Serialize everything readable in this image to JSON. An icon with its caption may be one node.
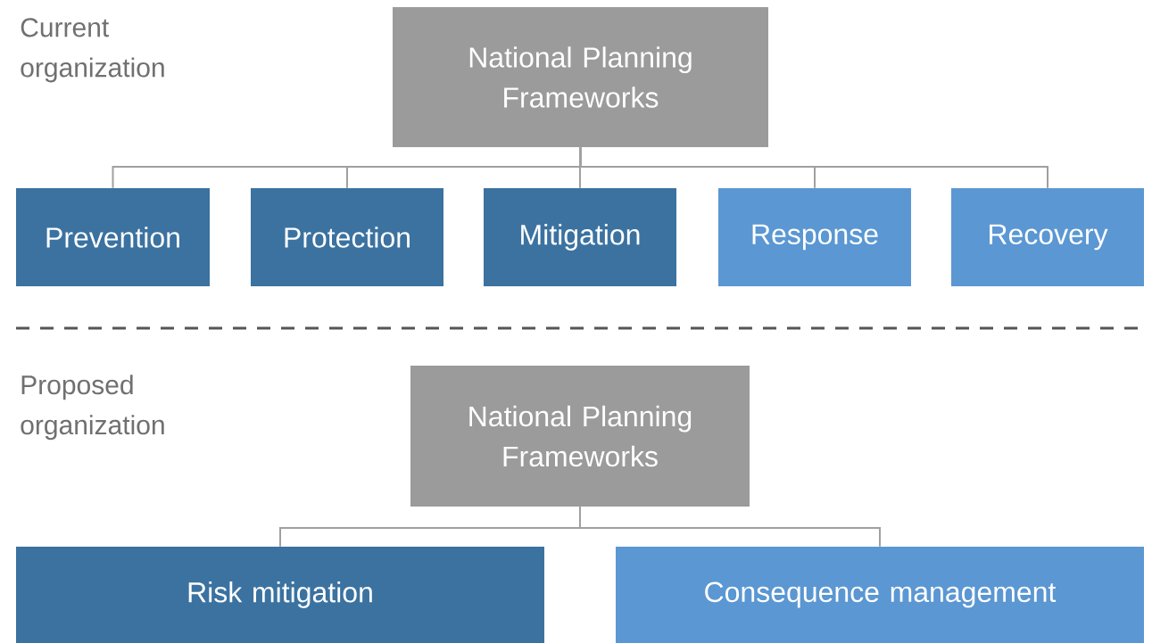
{
  "diagram": {
    "nodes": [
      {
        "text": [
          "National Planning Frameworks"
        ]
      },
      {
        "text": [
          "Prevention"
        ]
      },
      {
        "text": [
          "Protection"
        ]
      },
      {
        "text": [
          "Mitigation"
        ]
      },
      {
        "text": [
          "Response"
        ]
      },
      {
        "text": [
          "Recovery"
        ]
      },
      {
        "text": [
          "National Planning Frameworks"
        ]
      },
      {
        "text": [
          "Risk mitigation"
        ]
      },
      {
        "text": [
          "Consequence management"
        ]
      }
    ],
    "edges": [
      {
        "from": 0,
        "to": 1,
        "arrow": "none"
      },
      {
        "from": 0,
        "to": 2,
        "arrow": "none"
      },
      {
        "from": 0,
        "to": 3,
        "arrow": "none"
      },
      {
        "from": 0,
        "to": 4,
        "arrow": "none"
      },
      {
        "from": 0,
        "to": 5,
        "arrow": "none"
      },
      {
        "from": 6,
        "to": 7,
        "arrow": "none"
      },
      {
        "from": 6,
        "to": 8,
        "arrow": "none"
      }
    ],
    "labels": [
      "Current organization",
      "Proposed organization"
    ]
  }
}
